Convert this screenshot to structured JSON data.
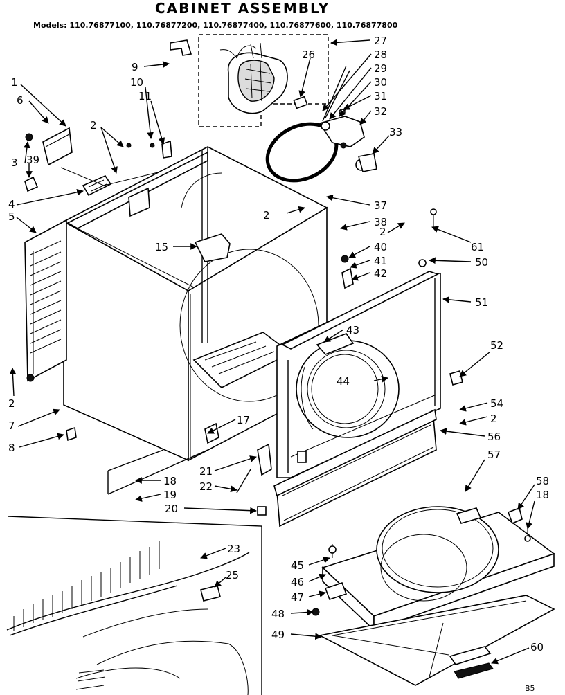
{
  "header": {
    "title": "CABINET ASSEMBLY",
    "models_line": "Models: 110.76877100, 110.76877200, 110.76877400, 110.76877600, 110.76877800"
  },
  "corner_code": "B5",
  "callouts": [
    {
      "id": "c1",
      "text": "1"
    },
    {
      "id": "c2a",
      "text": "2"
    },
    {
      "id": "c2b",
      "text": "2"
    },
    {
      "id": "c2c",
      "text": "2"
    },
    {
      "id": "c2d",
      "text": "2"
    },
    {
      "id": "c2e",
      "text": "2"
    },
    {
      "id": "c3",
      "text": "3"
    },
    {
      "id": "c4",
      "text": "4"
    },
    {
      "id": "c5",
      "text": "5"
    },
    {
      "id": "c6",
      "text": "6"
    },
    {
      "id": "c7",
      "text": "7"
    },
    {
      "id": "c8",
      "text": "8"
    },
    {
      "id": "c9",
      "text": "9"
    },
    {
      "id": "c10",
      "text": "10"
    },
    {
      "id": "c11",
      "text": "11"
    },
    {
      "id": "c15",
      "text": "15"
    },
    {
      "id": "c17",
      "text": "17"
    },
    {
      "id": "c18a",
      "text": "18"
    },
    {
      "id": "c18b",
      "text": "18"
    },
    {
      "id": "c19",
      "text": "19"
    },
    {
      "id": "c20",
      "text": "20"
    },
    {
      "id": "c21",
      "text": "21"
    },
    {
      "id": "c22",
      "text": "22"
    },
    {
      "id": "c23",
      "text": "23"
    },
    {
      "id": "c25",
      "text": "25"
    },
    {
      "id": "c26",
      "text": "26"
    },
    {
      "id": "c27",
      "text": "27"
    },
    {
      "id": "c28",
      "text": "28"
    },
    {
      "id": "c29",
      "text": "29"
    },
    {
      "id": "c30",
      "text": "30"
    },
    {
      "id": "c31",
      "text": "31"
    },
    {
      "id": "c32",
      "text": "32"
    },
    {
      "id": "c33",
      "text": "33"
    },
    {
      "id": "c37",
      "text": "37"
    },
    {
      "id": "c38",
      "text": "38"
    },
    {
      "id": "c39",
      "text": "39"
    },
    {
      "id": "c40",
      "text": "40"
    },
    {
      "id": "c41",
      "text": "41"
    },
    {
      "id": "c42",
      "text": "42"
    },
    {
      "id": "c43",
      "text": "43"
    },
    {
      "id": "c44",
      "text": "44"
    },
    {
      "id": "c45",
      "text": "45"
    },
    {
      "id": "c46",
      "text": "46"
    },
    {
      "id": "c47",
      "text": "47"
    },
    {
      "id": "c48",
      "text": "48"
    },
    {
      "id": "c49",
      "text": "49"
    },
    {
      "id": "c50",
      "text": "50"
    },
    {
      "id": "c51",
      "text": "51"
    },
    {
      "id": "c52",
      "text": "52"
    },
    {
      "id": "c54",
      "text": "54"
    },
    {
      "id": "c56",
      "text": "56"
    },
    {
      "id": "c57",
      "text": "57"
    },
    {
      "id": "c58",
      "text": "58"
    },
    {
      "id": "c60",
      "text": "60"
    },
    {
      "id": "c61",
      "text": "61"
    }
  ]
}
